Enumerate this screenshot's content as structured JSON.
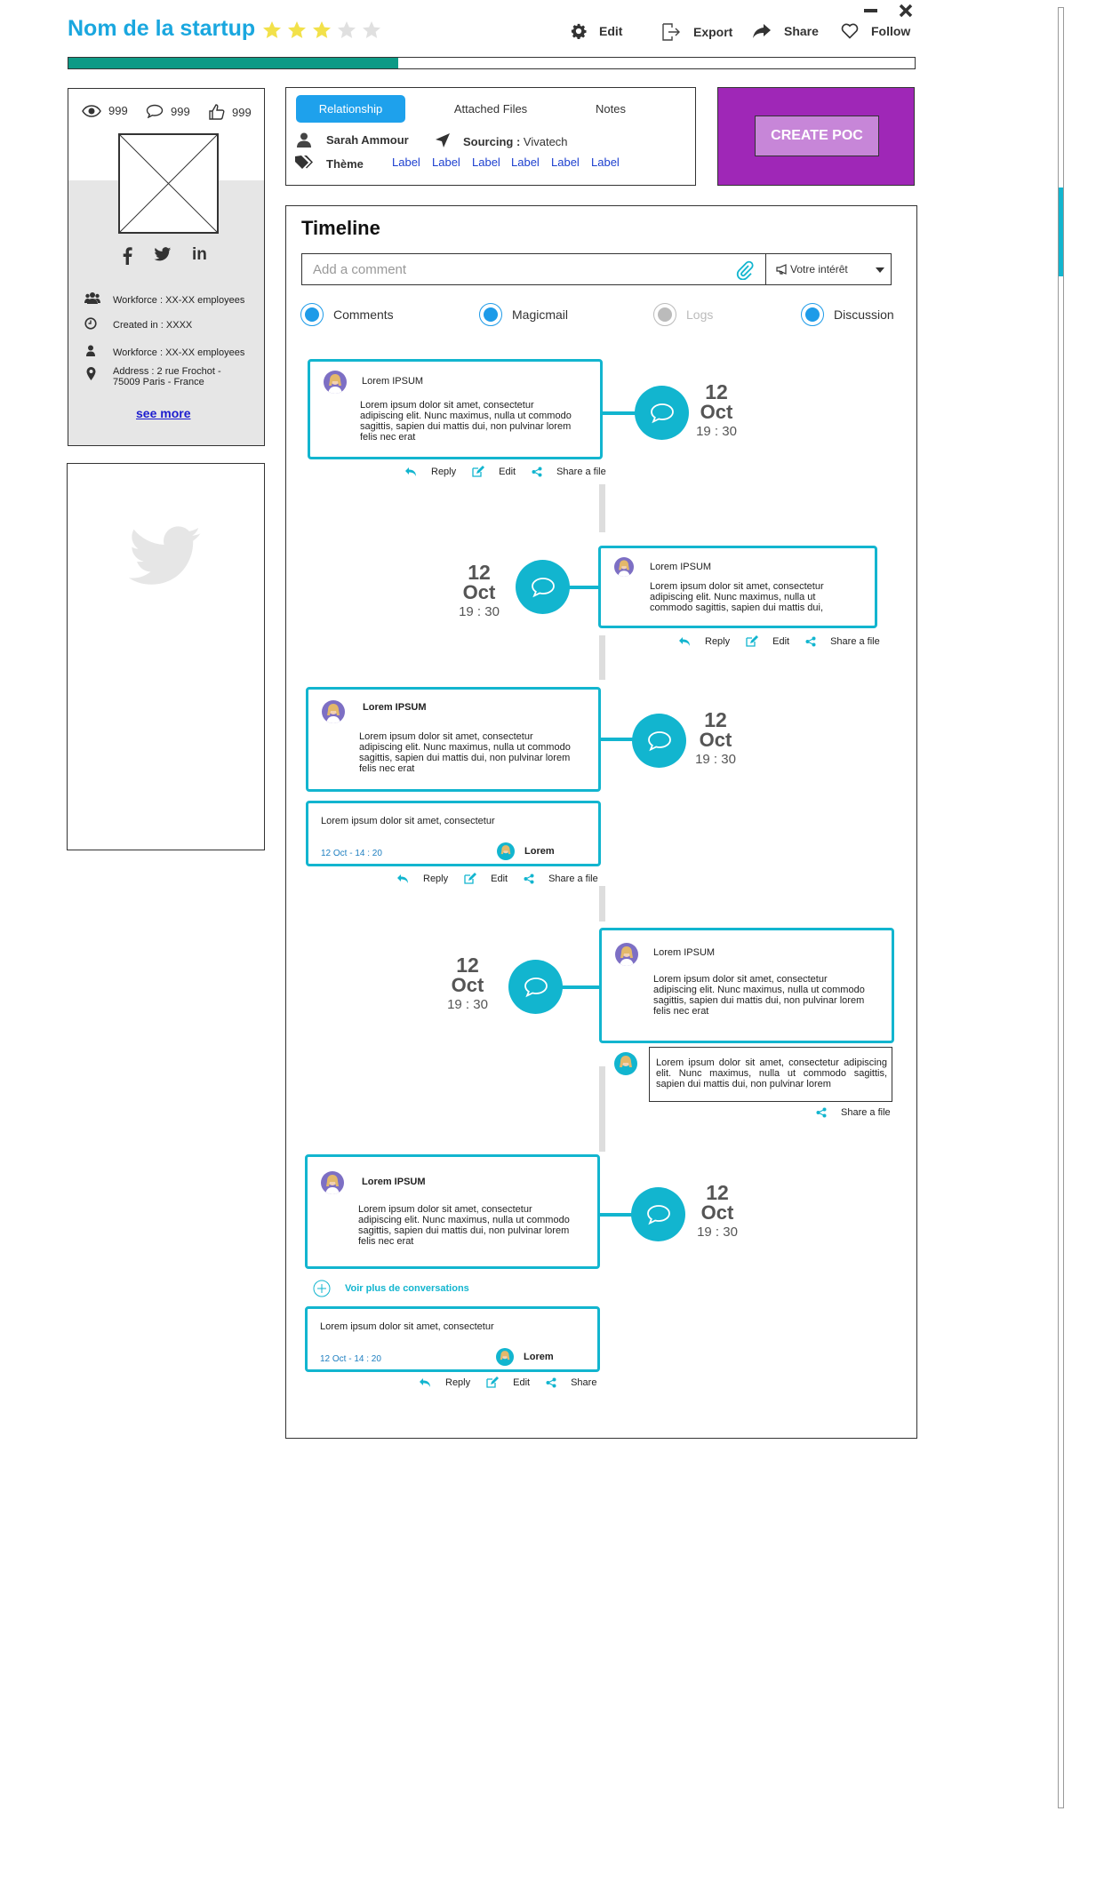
{
  "header": {
    "title": "Nom de la startup",
    "rating": 3,
    "rating_max": 5,
    "progress": 0.39,
    "actions": {
      "edit": "Edit",
      "export": "Export",
      "share": "Share",
      "follow": "Follow"
    }
  },
  "stats": {
    "views": "999",
    "comments": "999",
    "likes": "999"
  },
  "profile": {
    "workforce1": "Workforce : XX-XX employees",
    "created": "Created in : XXXX",
    "workforce2": "Workforce : XX-XX employees",
    "address_line1": "Address : 2 rue Frochot -",
    "address_line2": "75009 Paris - France",
    "see_more": "see more"
  },
  "tabs": {
    "relationship": "Relationship",
    "attached": "Attached Files",
    "notes": "Notes"
  },
  "relation": {
    "owner": "Sarah Ammour",
    "sourcing_label": "Sourcing :",
    "sourcing_value": "Vivatech",
    "theme_label": "Thème",
    "labels": [
      "Label",
      "Label",
      "Label",
      "Label",
      "Label",
      "Label"
    ]
  },
  "poc": {
    "button": "CREATE POC"
  },
  "timeline": {
    "title": "Timeline",
    "comment_placeholder": "Add a comment",
    "interest": "Votre intérêt",
    "filters": {
      "comments": "Comments",
      "magicmail": "Magicmail",
      "logs": "Logs",
      "discussion": "Discussion"
    },
    "entries": [
      {
        "name": "Lorem IPSUM",
        "body": "Lorem ipsum dolor sit amet, consectetur adipiscing elit. Nunc maximus, nulla ut commodo sagittis, sapien dui mattis dui, non pulvinar lorem felis nec erat",
        "day": "12",
        "month": "Oct",
        "time": "19 : 30"
      },
      {
        "name": "Lorem IPSUM",
        "body": "Lorem ipsum dolor sit amet, consectetur adipiscing elit. Nunc maximus, nulla ut commodo sagittis, sapien dui mattis dui,",
        "day": "12",
        "month": "Oct",
        "time": "19 : 30"
      },
      {
        "name": "Lorem IPSUM",
        "body": "Lorem ipsum dolor sit amet, consectetur adipiscing elit. Nunc maximus, nulla ut commodo sagittis, sapien dui mattis dui, non pulvinar lorem felis nec erat",
        "day": "12",
        "month": "Oct",
        "time": "19 : 30"
      },
      {
        "name": "Lorem IPSUM",
        "body": "Lorem ipsum dolor sit amet, consectetur adipiscing elit. Nunc maximus, nulla ut commodo sagittis, sapien dui mattis dui, non pulvinar lorem felis nec erat",
        "day": "12",
        "month": "Oct",
        "time": "19 : 30"
      },
      {
        "name": "Lorem IPSUM",
        "body": "Lorem ipsum dolor sit amet, consectetur adipiscing elit. Nunc maximus, nulla ut commodo sagittis, sapien dui mattis dui, non pulvinar lorem felis nec erat",
        "day": "12",
        "month": "Oct",
        "time": "19 : 30"
      }
    ],
    "sub_reply": {
      "text": "Lorem ipsum dolor sit amet, consectetur",
      "date": "12 Oct - 14 : 20",
      "author": "Lorem"
    },
    "inline_reply": "Lorem ipsum dolor sit amet, consectetur adipiscing elit. Nunc maximus, nulla ut commodo sagittis, sapien dui mattis dui, non pulvinar lorem",
    "more_conversations": "Voir plus de conversations",
    "actions": {
      "reply": "Reply",
      "edit": "Edit",
      "share_file": "Share a file",
      "share": "Share"
    }
  },
  "colors": {
    "accent": "#12b5cf",
    "title": "#1aa7df",
    "progress": "#0d9a86",
    "poc": "#9f27b7",
    "tab_active": "#1ea1ec",
    "star": "#f2e14a"
  }
}
